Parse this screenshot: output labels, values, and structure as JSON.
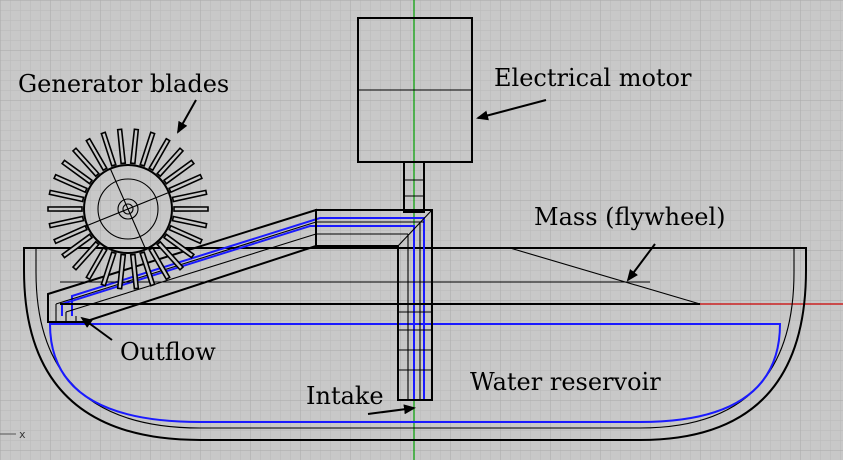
{
  "labels": {
    "generator": "Generator blades",
    "motor": "Electrical motor",
    "mass": "Mass (flywheel)",
    "outflow": "Outflow",
    "intake": "Intake",
    "reservoir": "Water reservoir"
  },
  "viewport": {
    "axis_marker": "x"
  },
  "colors": {
    "background": "#c8c8c8",
    "grid_minor": "#b9b9b9",
    "grid_major": "#a9a9a9",
    "outline": "#000000",
    "water_path": "#1a1aff",
    "axis_y": "#00a000",
    "axis_x": "#cc0000"
  }
}
